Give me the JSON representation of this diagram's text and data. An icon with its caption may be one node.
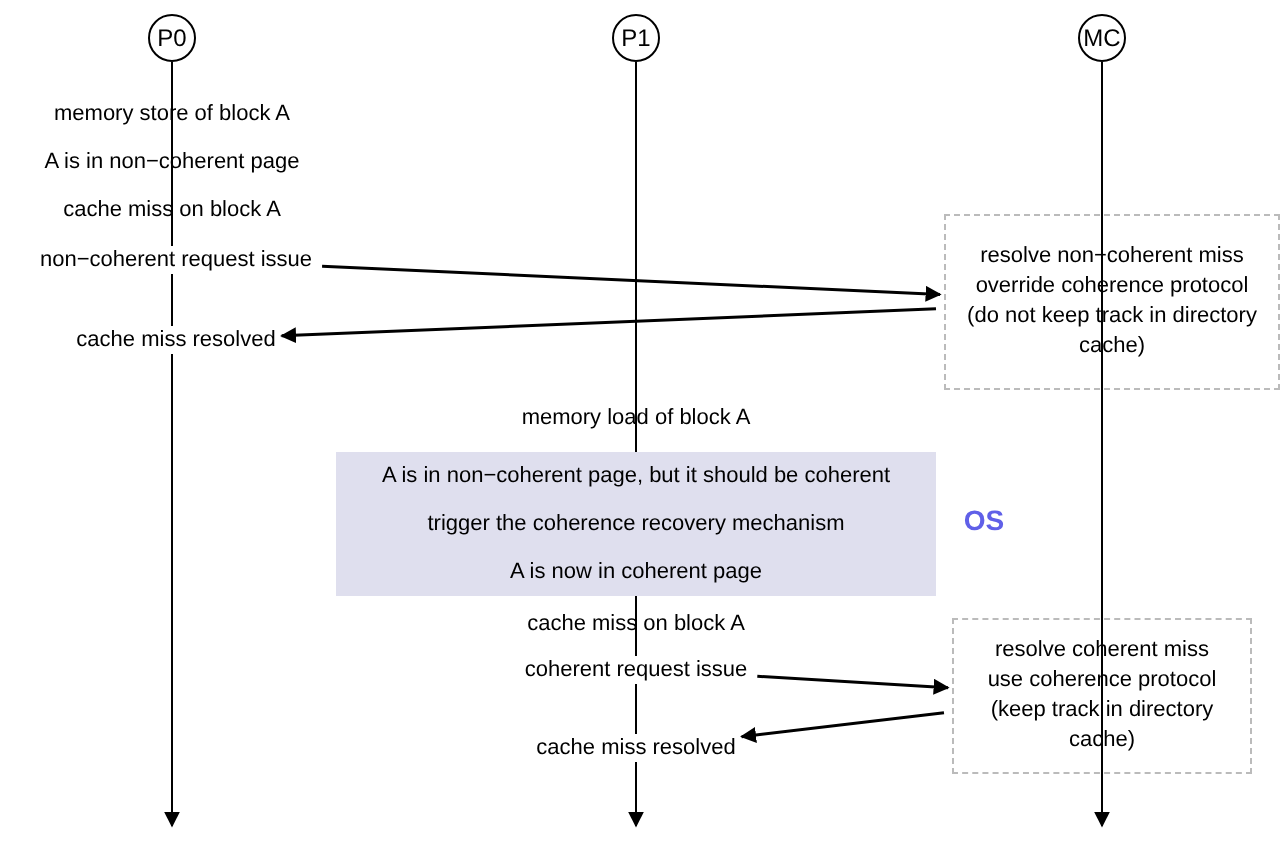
{
  "diagram": {
    "nodes": [
      {
        "text": [
          "P0"
        ]
      },
      {
        "text": [
          "P1"
        ]
      },
      {
        "text": [
          "MC"
        ]
      },
      {
        "text": [
          "non−coherent request issue"
        ]
      },
      {
        "text": [
          "resolve non−coherent miss",
          "override coherence protocol",
          "(do not keep track in directory cache)"
        ]
      },
      {
        "text": [
          "cache miss resolved"
        ]
      },
      {
        "text": [
          "A is in non−coherent page, but it should be coherent",
          "trigger the coherence recovery mechanism",
          "A is now in coherent page"
        ],
        "beside": [
          "OS"
        ]
      },
      {
        "text": [
          "coherent request issue"
        ]
      },
      {
        "text": [
          "resolve coherent miss",
          "use coherence protocol",
          "(keep track in directory cache)"
        ]
      },
      {
        "text": [
          "cache miss resolved"
        ]
      }
    ],
    "edges": [
      {
        "from": 0,
        "to": null,
        "arrow": "to"
      },
      {
        "from": 1,
        "to": null,
        "arrow": "to"
      },
      {
        "from": 2,
        "to": null,
        "arrow": "to"
      },
      {
        "from": 3,
        "to": 4,
        "arrow": "to"
      },
      {
        "from": 4,
        "to": 5,
        "arrow": "to"
      },
      {
        "from": 7,
        "to": 8,
        "arrow": "to"
      },
      {
        "from": 8,
        "to": 9,
        "arrow": "to"
      }
    ],
    "labels": [
      "memory store of block A",
      "A is in non−coherent page",
      "cache miss on block A",
      "memory load of block A",
      "cache miss on block A"
    ]
  }
}
